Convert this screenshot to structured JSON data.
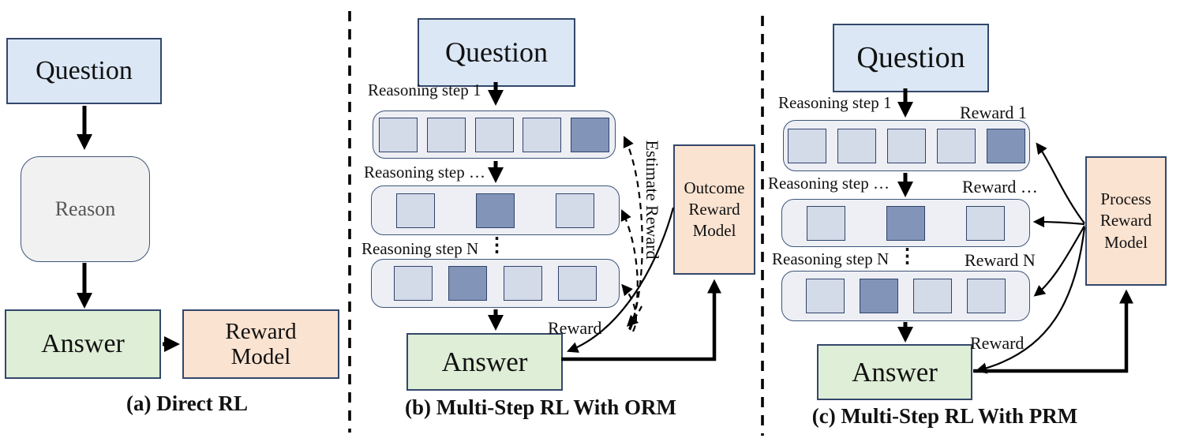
{
  "colors": {
    "question_fill": "#dbe7f5",
    "answer_fill": "#dfeed6",
    "reward_model_fill": "#fbe3d1",
    "reason_fill": "#f1f1f2",
    "row_fill": "#edeff4",
    "token_light": "#d3dae8",
    "token_dark": "#8294b8",
    "box_border": "#33476b",
    "arrow": "#000000"
  },
  "panels": {
    "a": {
      "question": "Question",
      "reason": "Reason",
      "answer": "Answer",
      "reward_model": "Reward Model",
      "caption": "(a) Direct RL"
    },
    "b": {
      "question": "Question",
      "step_labels": [
        "Reasoning step 1",
        "Reasoning step …",
        "Reasoning step N"
      ],
      "dots": "⋮",
      "rows": [
        [
          "light",
          "light",
          "light",
          "light",
          "dark"
        ],
        [
          "light",
          "dark",
          "light"
        ],
        [
          "light",
          "dark",
          "light",
          "light"
        ]
      ],
      "answer": "Answer",
      "reward_label": "Reward",
      "estimate_reward_label": "Estimate Reward",
      "orm": "Outcome Reward Model",
      "caption": "(b) Multi-Step RL With ORM"
    },
    "c": {
      "question": "Question",
      "step_labels": [
        "Reasoning step 1",
        "Reasoning step …",
        "Reasoning step N"
      ],
      "reward_labels": [
        "Reward 1",
        "Reward  …",
        "Reward N"
      ],
      "dots": "⋮",
      "rows": [
        [
          "light",
          "light",
          "light",
          "light",
          "dark"
        ],
        [
          "light",
          "dark",
          "light"
        ],
        [
          "light",
          "dark",
          "light",
          "light"
        ]
      ],
      "answer": "Answer",
      "reward_label": "Reward",
      "prm": "Process Reward Model",
      "caption": "(c) Multi-Step RL With PRM"
    }
  }
}
